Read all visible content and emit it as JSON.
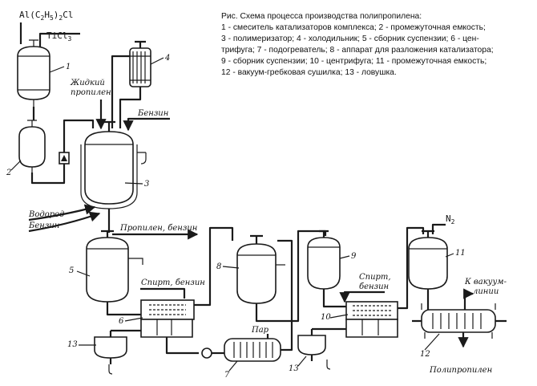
{
  "caption": {
    "title": "Рис. Схема процесса производства полипропилена:",
    "lines": [
      "1 - смеситель катализаторов комплекса; 2 - промежуточная емкость;",
      "3 - полимеризатор; 4 - холодильник; 5 - сборник суспензии; 6 - цен-",
      "трифуга; 7 - подогреватель; 8 - аппарат для разложения катализатора;",
      "9 - сборник суспензии; 10 - центрифуга; 11 - промежуточная емкость;",
      "12 - вакуум-гребковая сушилка; 13 - ловушка."
    ]
  },
  "chemicals": {
    "alkyl": "Al(C2H5)2Cl",
    "ticl3": "TiCl3",
    "n2": "N2"
  },
  "streams": {
    "liquid_propylene_1": "Жидкий",
    "liquid_propylene_2": "пропилен",
    "benzine": "Бензин",
    "hydrogen": "Водород",
    "benzine_feed": "Бензин",
    "propylene_benzine": "Пропилен, бензин",
    "alcohol_benzine": "Спирт, бензин",
    "alcohol_2": "Спирт,",
    "benzine_2": "бензин",
    "steam": "Пар",
    "to_vacuum_1": "К вакуум-",
    "to_vacuum_2": "линии",
    "polypropylene": "Полипропилен"
  },
  "numbers": {
    "n1": "1",
    "n2": "2",
    "n3": "3",
    "n4": "4",
    "n5": "5",
    "n6": "6",
    "n7": "7",
    "n8": "8",
    "n9": "9",
    "n10": "10",
    "n11": "11",
    "n12": "12",
    "n13a": "13",
    "n13b": "13"
  }
}
